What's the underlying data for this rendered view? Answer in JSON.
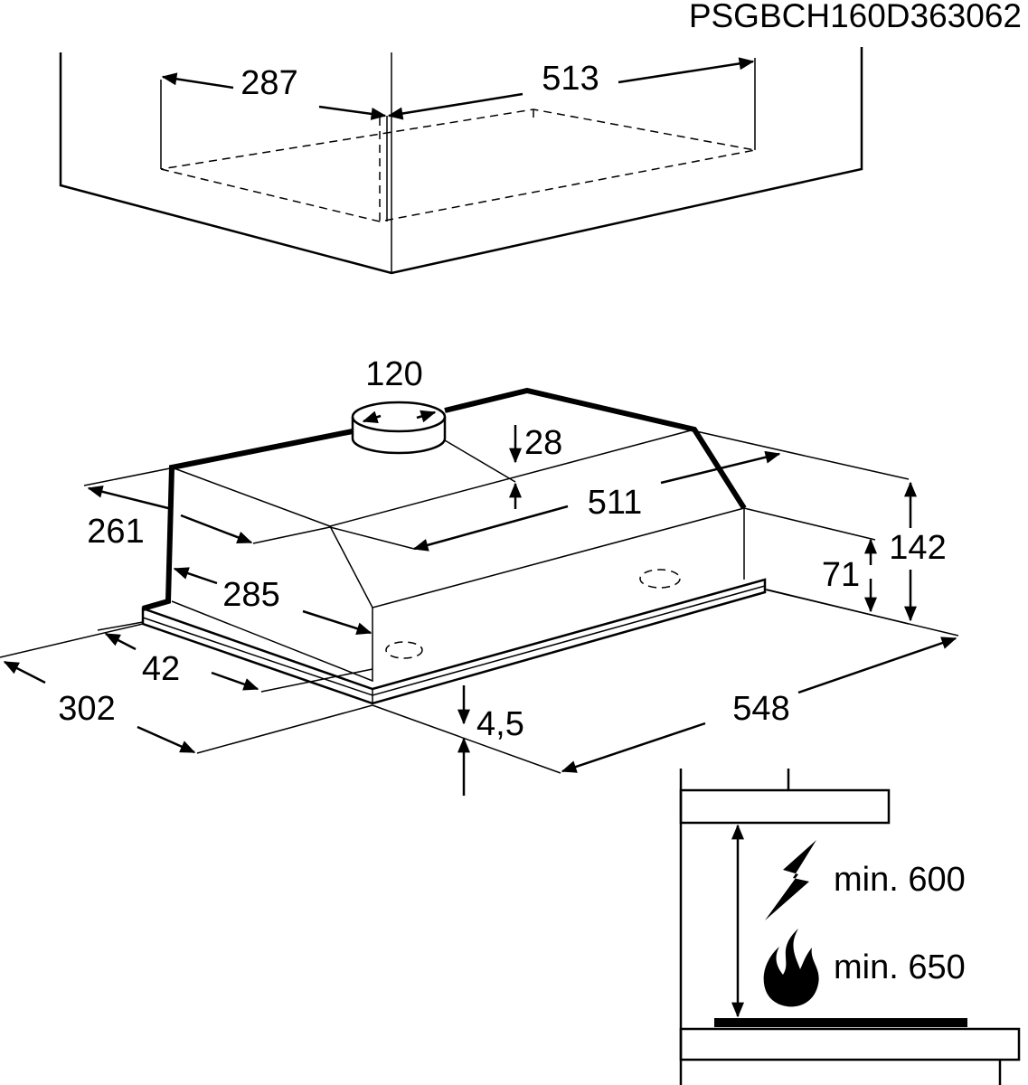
{
  "document_code": "PSGBCH160D363062",
  "cabinet": {
    "depth": "287",
    "width": "513"
  },
  "hood": {
    "duct_diameter": "120",
    "duct_height": "28",
    "top_width": "511",
    "top_depth": "261",
    "inner_depth": "285",
    "total_height": "142",
    "body_height": "71",
    "front_strip": "42",
    "total_depth": "302",
    "total_width": "548",
    "frame_thickness": "4,5"
  },
  "clearance": {
    "electric": "min. 600",
    "gas": "min. 650",
    "electric_icon": "lightning-bolt-icon",
    "gas_icon": "flame-icon"
  }
}
